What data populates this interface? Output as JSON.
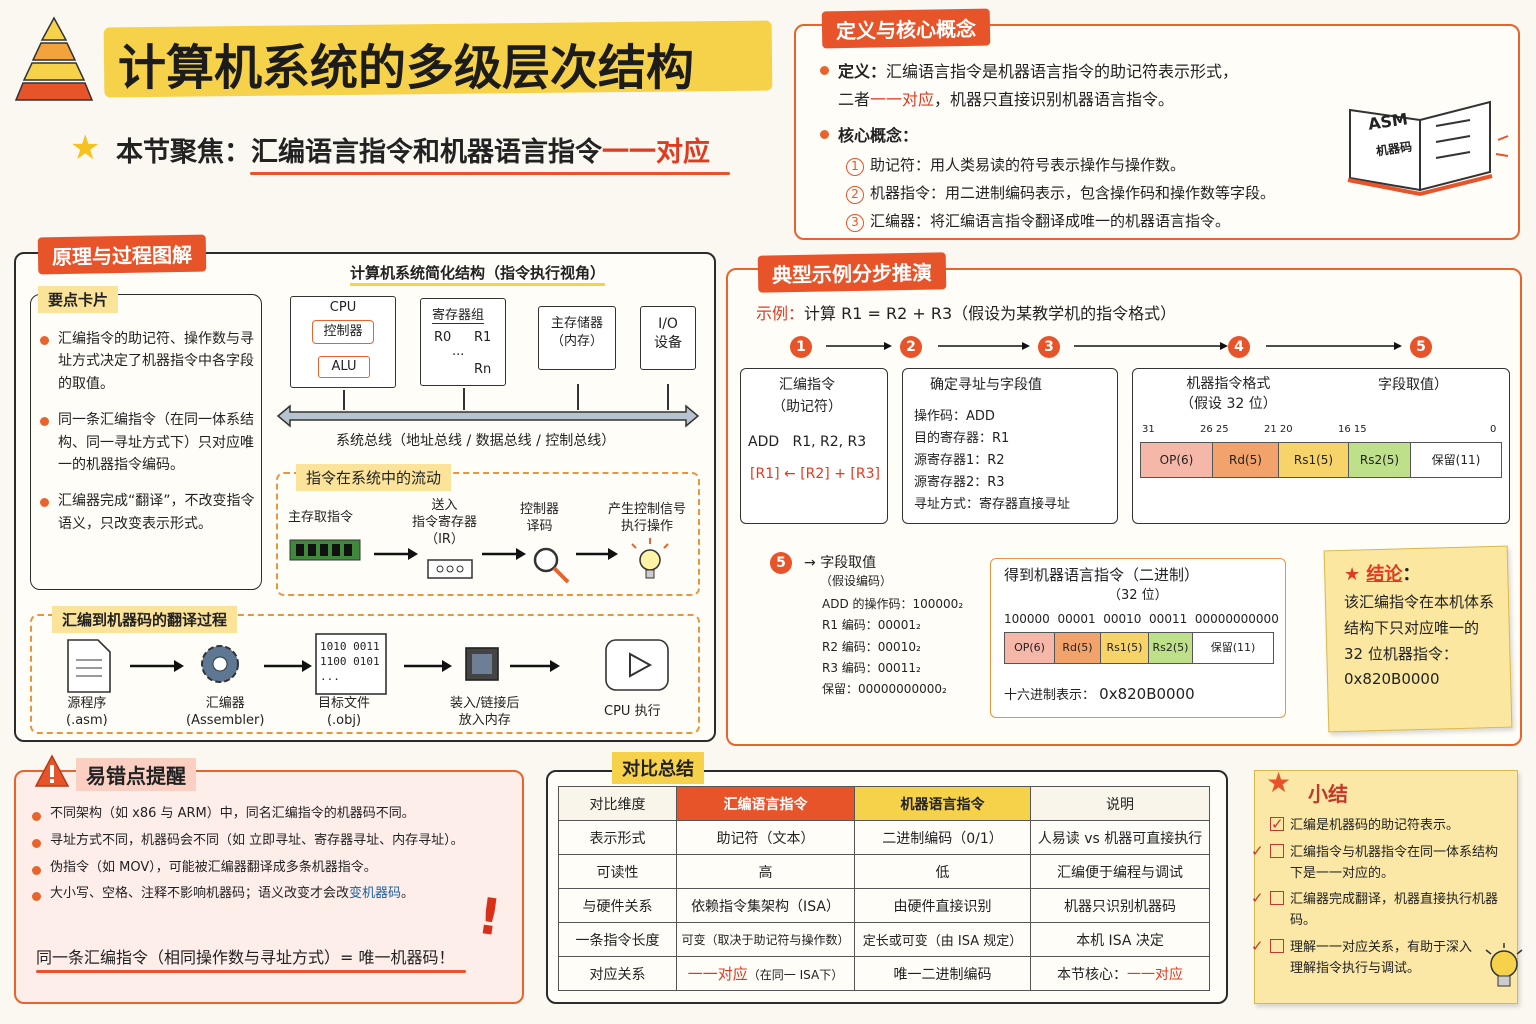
{
  "header": {
    "title": "计算机系统的多级层次结构",
    "focus_prefix": "本节聚焦：汇编语言指令和机器语言指令",
    "focus_highlight": "一一对应"
  },
  "definition": {
    "tag": "定义与核心概念",
    "def_label": "定义：",
    "def_line1": "汇编语言指令是机器语言指令的助记符表示形式，",
    "def_line2_a": "二者",
    "def_line2_b": "一一对应",
    "def_line2_c": "，机器只直接识别机器语言指令。",
    "core_label": "核心概念：",
    "items": [
      {
        "num": "1",
        "text": "助记符：用人类易读的符号表示操作与操作数。"
      },
      {
        "num": "2",
        "text": "机器指令：用二进制编码表示，包含操作码和操作数等字段。"
      },
      {
        "num": "3",
        "text": "汇编器：将汇编语言指令翻译成唯一的机器语言指令。"
      }
    ],
    "book_a": "ASM",
    "book_b": "机器码"
  },
  "principle": {
    "tag": "原理与过程图解",
    "card_title": "要点卡片",
    "card_items": [
      "汇编指令的助记符、操作数与寻址方式决定了机器指令中各字段的取值。",
      "同一条汇编指令（在同一体系结构、同一寻址方式下）只对应唯一的机器指令编码。",
      "汇编器完成“翻译”，不改变指令语义，只改变表示形式。"
    ],
    "arch_title": "计算机系统简化结构（指令执行视角）",
    "cpu": "CPU",
    "ctrl": "控制器",
    "alu": "ALU",
    "reg_title": "寄存器组",
    "r0": "R0",
    "r1": "R1",
    "rdots": "...",
    "rn": "Rn",
    "mem": "主存储器\n（内存）",
    "io": "I/O\n设备",
    "bus": "系统总线（地址总线 / 数据总线 / 控制总线）",
    "flow_title": "指令在系统中的流动",
    "flow": [
      "主存取指令",
      "送入\n指令寄存器\n（IR）",
      "控制器\n译码",
      "产生控制信号\n执行操作"
    ],
    "trans_title": "汇编到机器码的翻译过程",
    "trans": [
      "源程序\n(.asm)",
      "汇编器\n(Assembler)",
      "目标文件\n(.obj)",
      "装入/链接后\n放入内存",
      "CPU 执行"
    ],
    "obj_code": "1010  0011\n1100  0101\n..."
  },
  "example": {
    "tag": "典型示例分步推演",
    "ex_label": "示例：",
    "ex_text": "计算 R1 = R2 + R3（假设为某教学机的指令格式）",
    "steps": [
      "1",
      "2",
      "3",
      "4",
      "5"
    ],
    "asm_title": "汇编指令\n（助记符）",
    "asm_code": "ADD   R1, R2, R3",
    "asm_sem": "[R1] ← [R2] + [R3]",
    "addr_title": "确定寻址与字段值",
    "addr_items": [
      "操作码：ADD",
      "目的寄存器：R1",
      "源寄存器1：R2",
      "源寄存器2：R3",
      "寻址方式：寄存器直接寻址"
    ],
    "fmt_title": "机器指令格式\n（假设 32 位）",
    "fmt_title2": "字段取值）",
    "bits": [
      "31",
      "26 25",
      "21 20",
      "16 15",
      "0"
    ],
    "fields": [
      "OP(6)",
      "Rd(5)",
      "Rs1(5)",
      "Rs2(5)",
      "保留(11)"
    ],
    "val_title": "字段取值",
    "val_sub": "（假设编码）",
    "vals": [
      "ADD 的操作码：100000₂",
      "R1 编码：00001₂",
      "R2 编码：00010₂",
      "R3 编码：00011₂",
      "保留：00000000000₂"
    ],
    "bin_title": "得到机器语言指令（二进制）",
    "bin_sub": "（32 位）",
    "bin_code": "100000  00001  00010  00011  00000000000",
    "hex_label": "十六进制表示：",
    "hex_val": "0x820B0000",
    "concl_title": "结论",
    "concl_text": "该汇编指令在本机体系结构下只对应唯一的 32 位机器指令：0x820B0000"
  },
  "mistakes": {
    "tag": "易错点提醒",
    "items": [
      "不同架构（如 x86 与 ARM）中，同名汇编指令的机器码不同。",
      "寻址方式不同，机器码会不同（如 立即寻址、寄存器寻址、内存寻址）。",
      "伪指令（如 MOV），可能被汇编器翻译成多条机器指令。"
    ],
    "item4_a": "大小写、空格、注释不影响机器码；语义改变才会改",
    "item4_b": "变机器码",
    "item4_c": "。",
    "footer": "同一条汇编指令（相同操作数与寻址方式）= 唯一机器码！"
  },
  "compare": {
    "tag": "对比总结",
    "headers": [
      "对比维度",
      "汇编语言指令",
      "机器语言指令",
      "说明"
    ],
    "rows": [
      [
        "表示形式",
        "助记符（文本）",
        "二进制编码（0/1）",
        "人易读 vs 机器可直接执行"
      ],
      [
        "可读性",
        "高",
        "低",
        "汇编便于编程与调试"
      ],
      [
        "与硬件关系",
        "依赖指令集架构（ISA）",
        "由硬件直接识别",
        "机器只识别机器码"
      ],
      [
        "一条指令长度",
        "可变（取决于助记符与操作数）",
        "定长或可变（由 ISA 规定）",
        "本机 ISA 决定"
      ]
    ],
    "last_label": "对应关系",
    "last_a": "一一对应",
    "last_a2": "（在同一 ISA下）",
    "last_b": "唯一二进制编码",
    "last_c": "本节核心：",
    "last_c2": "一一对应"
  },
  "summary": {
    "title": "小结",
    "items": [
      "汇编是机器码的助记符表示。",
      "汇编指令与机器指令在同一体系结构下是一一对应的。",
      "汇编器完成翻译，机器直接执行机器码。",
      "理解一一对应关系，有助于深入理解指令执行与调试。"
    ]
  },
  "colors": {
    "accent": "#e8542a",
    "yellow": "#f6d24a",
    "op": "#f5b7a8",
    "rd": "#f2a36b",
    "rs1": "#f7d46a",
    "rs2": "#bfe08a",
    "rsv": "#ffffff"
  }
}
